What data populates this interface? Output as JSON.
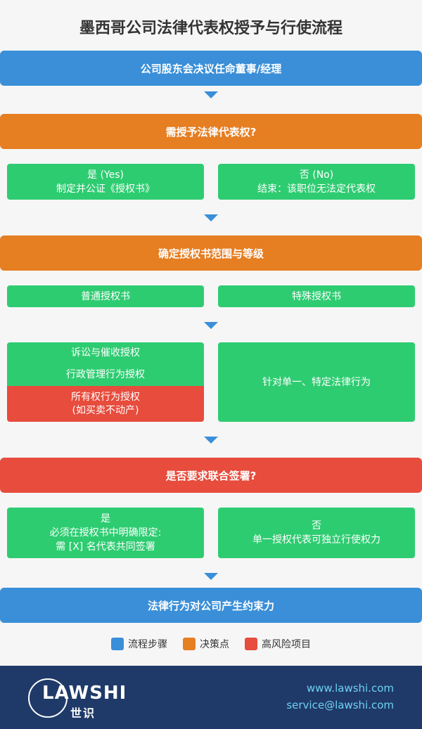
{
  "title": "墨西哥公司法律代表权授予与行使流程",
  "nodes": {
    "step1": "公司股东会决议任命董事/经理",
    "decision1": "需授予法律代表权?",
    "yes1_line1": "是 (Yes)",
    "yes1_line2": "制定并公证《授权书》",
    "no1_line1": "否 (No)",
    "no1_line2": "结束：该职位无法定代表权",
    "step2": "确定授权书范围与等级",
    "general": "普通授权书",
    "special": "特殊授权书",
    "litigation": "诉讼与催收授权",
    "admin": "行政管理行为授权",
    "ownership_line1": "所有权行为授权",
    "ownership_line2": "(如买卖不动产)",
    "specific": "针对单一、特定法律行为",
    "decision2": "是否要求联合签署?",
    "yes2_line1": "是",
    "yes2_line2": "必须在授权书中明确限定:",
    "yes2_line3": "需 [X] 名代表共同签署",
    "no2_line1": "否",
    "no2_line2": "单一授权代表可独立行使权力",
    "final": "法律行为对公司产生约束力"
  },
  "legend": {
    "process": {
      "label": "流程步骤",
      "color": "#3a8fd8"
    },
    "decision": {
      "label": "决策点",
      "color": "#e67e22"
    },
    "risk": {
      "label": "高风险项目",
      "color": "#e74c3c"
    }
  },
  "footer": {
    "logo_text": "LAWSHI",
    "logo_cn": "世识",
    "website": "www.lawshi.com",
    "email": "service@lawshi.com"
  }
}
